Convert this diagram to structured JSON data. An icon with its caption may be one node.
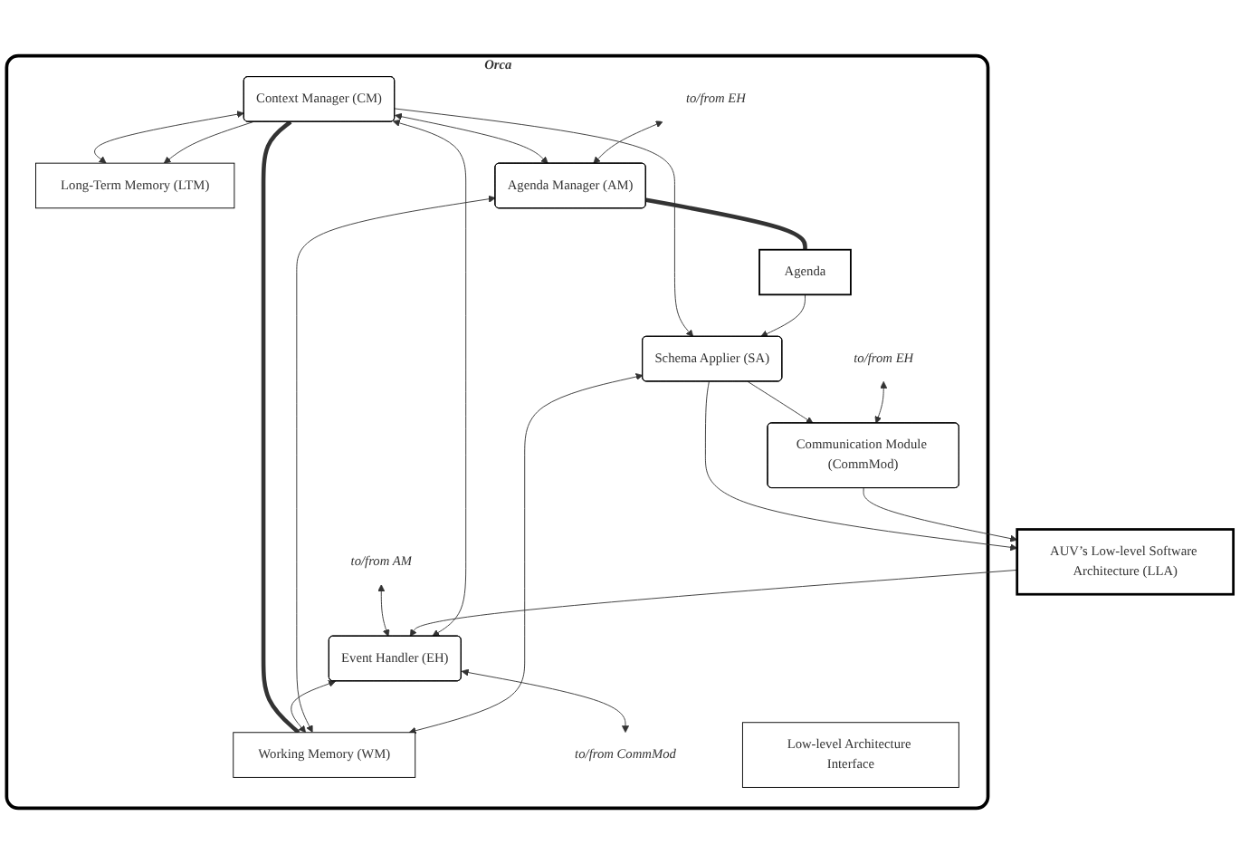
{
  "diagram": {
    "nodes": [
      {
        "text": [
          "Orca"
        ]
      },
      {
        "text": [
          "Long-Term Memory (LTM)"
        ],
        "in": 0
      },
      {
        "text": [
          "Context Manager (CM)"
        ],
        "in": 0
      },
      {
        "text": [
          "to/from EH"
        ],
        "in": 0
      },
      {
        "text": [
          "Agenda Manager (AM)"
        ],
        "in": 0
      },
      {
        "text": [
          "Working Memory (WM)"
        ],
        "in": 0
      },
      {
        "text": [
          "to/from AM"
        ],
        "in": 0
      },
      {
        "text": [
          "Agenda"
        ],
        "in": 0
      },
      {
        "text": [
          "Event Handler (EH)"
        ],
        "in": 0
      },
      {
        "text": [
          "to/from CommMod"
        ],
        "in": 0
      },
      {
        "text": [
          "Schema Applier (SA)"
        ],
        "in": 0
      },
      {
        "text": [
          "to/from EH"
        ],
        "in": 0
      },
      {
        "text": [
          "Communication Module (CommMod)"
        ],
        "in": 0
      },
      {
        "text": [
          "Low-level Architecture Interface"
        ],
        "in": 0
      },
      {
        "text": [
          "AUV’s Low-level Software Architecture (LLA)"
        ]
      }
    ],
    "edges": [
      {
        "from": 2,
        "to": 1,
        "arrow": "both"
      },
      {
        "from": 2,
        "to": 1,
        "arrow": "to"
      },
      {
        "from": 2,
        "to": 4,
        "arrow": "both"
      },
      {
        "from": 5,
        "to": 4,
        "arrow": "both"
      },
      {
        "from": 2,
        "to": 5,
        "arrow": "none",
        "style": "thick"
      },
      {
        "from": 3,
        "to": 4,
        "arrow": "both"
      },
      {
        "from": 4,
        "to": 7,
        "arrow": "none",
        "style": "thick"
      },
      {
        "from": 6,
        "to": 8,
        "arrow": "both"
      },
      {
        "from": 8,
        "to": 2,
        "arrow": "both"
      },
      {
        "from": 8,
        "to": 5,
        "arrow": "both"
      },
      {
        "from": 8,
        "to": 9,
        "arrow": "both"
      },
      {
        "from": 5,
        "to": 10,
        "arrow": "both"
      },
      {
        "from": 2,
        "to": 10,
        "arrow": "to"
      },
      {
        "from": 7,
        "to": 10,
        "arrow": "to"
      },
      {
        "from": 10,
        "to": 12,
        "arrow": "to"
      },
      {
        "from": 11,
        "to": 12,
        "arrow": "both"
      },
      {
        "from": 14,
        "to": 8,
        "arrow": "to"
      },
      {
        "from": 10,
        "to": 14,
        "arrow": "to"
      },
      {
        "from": 12,
        "to": 14,
        "arrow": "to"
      }
    ]
  }
}
